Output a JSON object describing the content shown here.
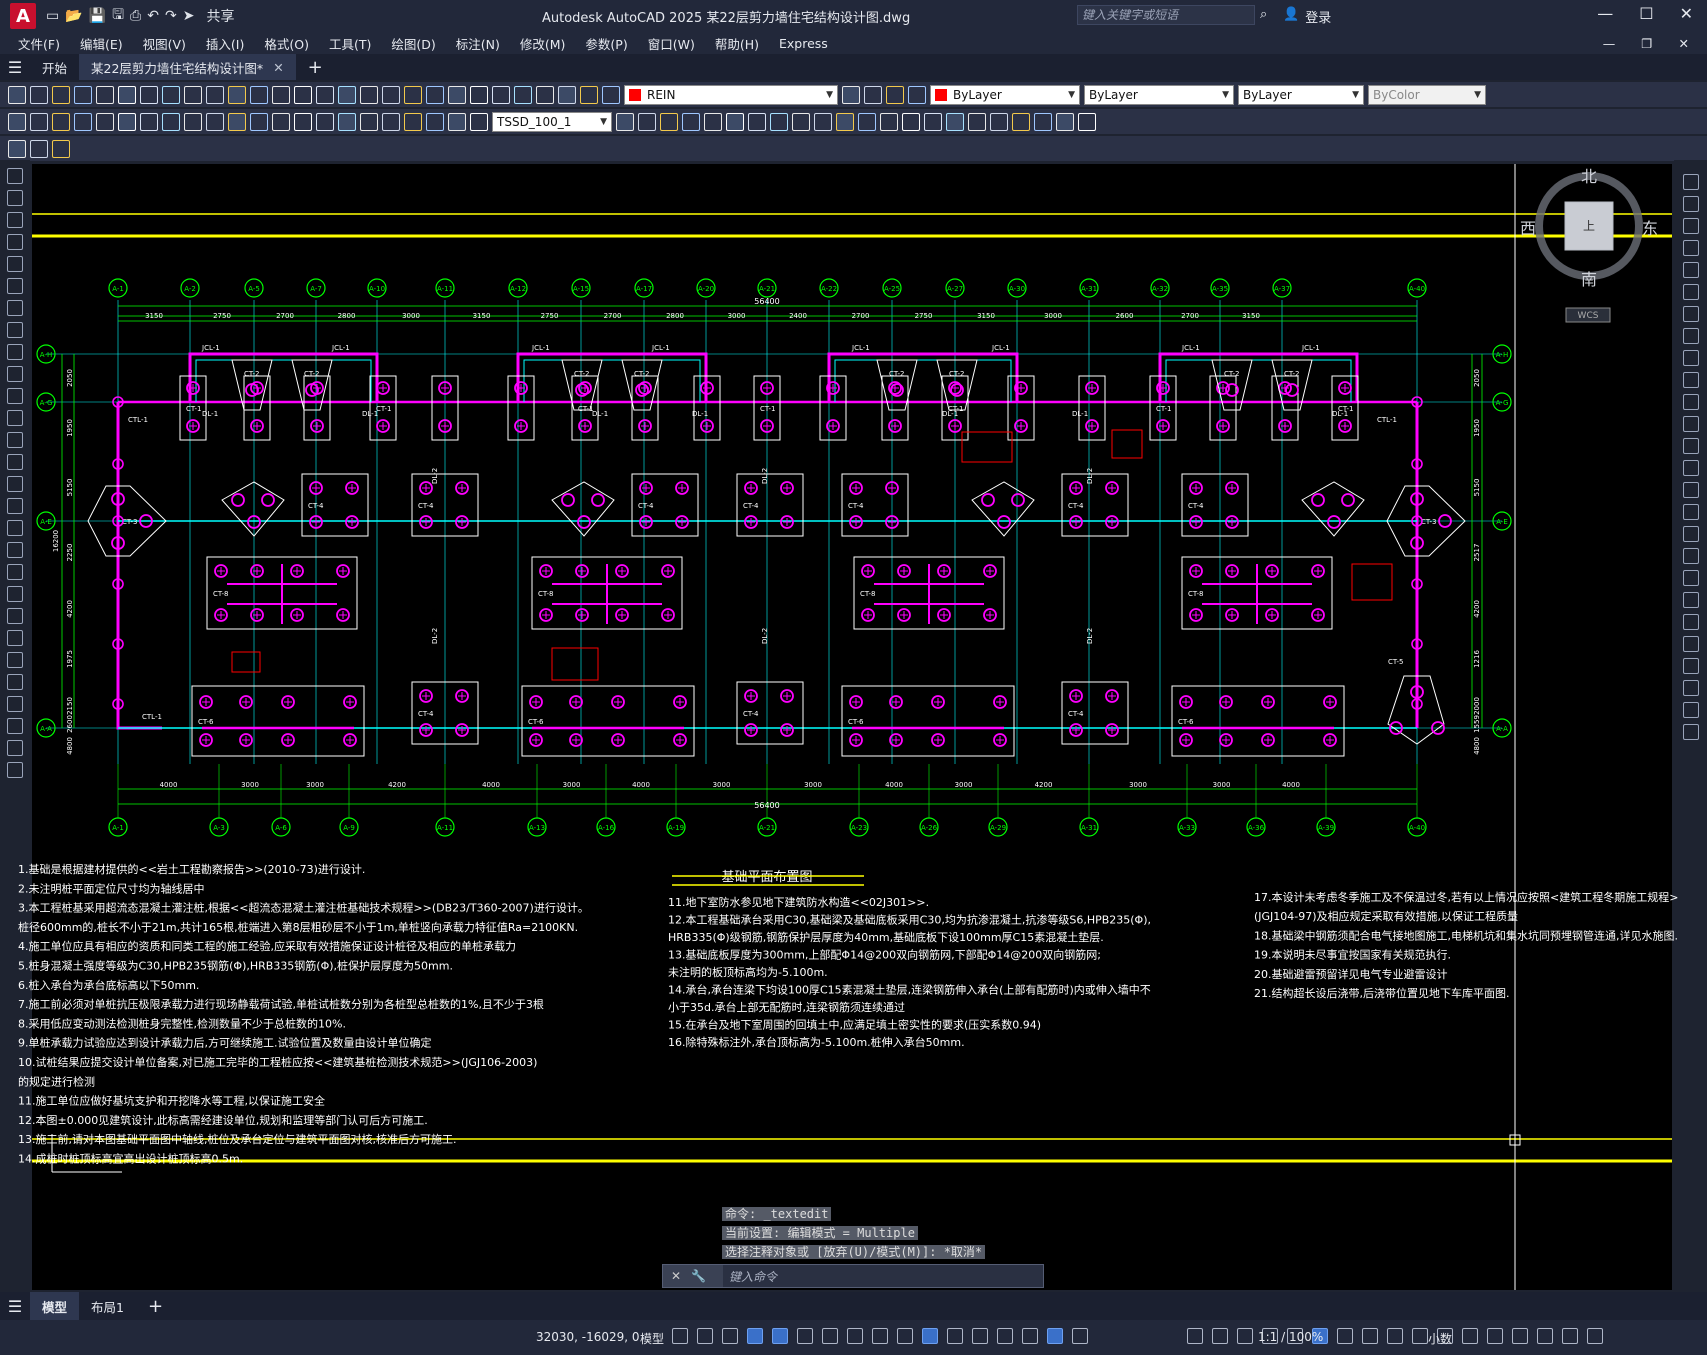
{
  "window": {
    "title": "Autodesk AutoCAD 2025    某22层剪力墙住宅结构设计图.dwg",
    "app_logo": "A",
    "share": "共享",
    "search_placeholder": "键入关键字或短语",
    "login": "登录"
  },
  "menu": {
    "items": [
      "文件(F)",
      "编辑(E)",
      "视图(V)",
      "插入(I)",
      "格式(O)",
      "工具(T)",
      "绘图(D)",
      "标注(N)",
      "修改(M)",
      "参数(P)",
      "窗口(W)",
      "帮助(H)",
      "Express"
    ]
  },
  "tabs": {
    "start": "开始",
    "doc": "某22层剪力墙住宅结构设计图*"
  },
  "toolbar": {
    "layer": "REIN",
    "color": "ByLayer",
    "linetype": "ByLayer",
    "lineweight": "ByLayer",
    "plotstyle": "ByColor",
    "dimstyle": "TSSD_100_1"
  },
  "viewcube": {
    "north": "北",
    "south": "南",
    "east": "东",
    "west": "西",
    "face": "上",
    "wcs": "WCS"
  },
  "drawing": {
    "top_axes": [
      "A-1",
      "A-2",
      "A-5",
      "A-7",
      "A-10",
      "A-11",
      "A-12",
      "A-15",
      "A-17",
      "A-20",
      "A-21",
      "A-22",
      "A-25",
      "A-27",
      "A-30",
      "A-31",
      "A-32",
      "A-35",
      "A-37",
      "A-40"
    ],
    "bottom_axes": [
      "A-1",
      "A-3",
      "A-6",
      "A-9",
      "A-11",
      "A-13",
      "A-16",
      "A-19",
      "A-21",
      "A-23",
      "A-26",
      "A-29",
      "A-31",
      "A-33",
      "A-36",
      "A-39",
      "A-40"
    ],
    "left_axes": [
      "A-H",
      "A-G",
      "A-E",
      "A-A"
    ],
    "right_axes": [
      "A-H",
      "A-G",
      "A-E",
      "A-A"
    ],
    "total_dim_top": "56400",
    "total_dim_bottom": "56400",
    "left_total": "16200",
    "top_dims_row2": [
      "3150",
      "2750",
      "2700",
      "2800",
      "3000",
      "3150",
      "2750",
      "2700",
      "2800",
      "3000",
      "2400",
      "2700",
      "2750",
      "3150",
      "3000",
      "2600",
      "2700",
      "3150"
    ],
    "bottom_dims": [
      "4000",
      "3000",
      "3000",
      "4200",
      "4000",
      "3000",
      "4000",
      "3000",
      "3000",
      "4000",
      "3000",
      "4200",
      "3000",
      "3000",
      "4000"
    ],
    "left_dims": [
      "2050",
      "1950",
      "5150",
      "2250",
      "4200",
      "1975",
      "2150",
      "4800",
      "2600"
    ],
    "right_dims": [
      "2050",
      "1950",
      "5150",
      "2517",
      "4200",
      "1216",
      "2000",
      "4800",
      "1559"
    ],
    "cap_labels": [
      "CT-1",
      "CT-2",
      "CT-3",
      "CT-4",
      "CT-6",
      "CT-8",
      "CT-4",
      "CT-6",
      "CT-8",
      "CT-4",
      "CT-6",
      "CT-8",
      "CT-4",
      "CT-6",
      "CT-8",
      "CT-3",
      "CT-5"
    ],
    "beam_labels": [
      "JCL-1",
      "DL-1",
      "DL-2",
      "CTL-1"
    ],
    "plan_title": "基础平面布置图",
    "notes_left": [
      "1.基础是根据建材提供的<<岩土工程勘察报告>>(2010-73)进行设计.",
      "2.未注明桩平面定位尺寸均为轴线居中",
      "3.本工程桩基采用超流态混凝土灌注桩,根据<<超流态混凝土灌注桩基础技术规程>>(DB23/T360-2007)进行设计。",
      "  桩径600mm的,桩长不小于21m,共计165根,桩端进入第8层粗砂层不小于1m,单桩竖向承载力特征值Ra=2100KN.",
      "4.施工单位应具有相应的资质和同类工程的施工经验,应采取有效措施保证设计桩径及相应的单桩承载力",
      "5.桩身混凝土强度等级为C30,HPB235钢筋(Φ),HRB335钢筋(Φ),桩保护层厚度为50mm.",
      "6.桩入承台为承台底标高以下50mm.",
      "7.施工前必须对单桩抗压极限承载力进行现场静载荷试验,单桩试桩数分别为各桩型总桩数的1%,且不少于3根",
      "8.采用低应变动测法检测桩身完整性,检测数量不少于总桩数的10%.",
      "9.单桩承载力试验应达到设计承载力后,方可继续施工.试验位置及数量由设计单位确定",
      "10.试桩结果应提交设计单位备案,对已施工完毕的工程桩应按<<建筑基桩检测技术规范>>(JGJ106-2003)",
      "  的规定进行检测",
      "11.施工单位应做好基坑支护和开挖降水等工程,以保证施工安全",
      "12.本图±0.000见建筑设计,此标高需经建设单位,规划和监理等部门认可后方可施工.",
      "13.施工前,请对本图基础平面图中轴线,桩位及承台定位与建筑平面图对核,核准后方可施工.",
      "14.成桩时桩顶标高宜高出设计桩顶标高0.5m."
    ],
    "notes_middle": [
      "11.地下室防水参见地下建筑防水构造<<02J301>>.",
      "12.本工程基础承台采用C30,基础梁及基础底板采用C30,均为抗渗混凝土,抗渗等级S6,HPB235(Φ),",
      "   HRB335(Φ)级钢筋,钢筋保护层厚度为40mm,基础底板下设100mm厚C15素混凝土垫层.",
      "13.基础底板厚度为300mm,上部配Φ14@200双向钢筋网,下部配Φ14@200双向钢筋网;",
      "   未注明的板顶标高均为-5.100m.",
      "14.承台,承台连梁下均设100厚C15素混凝土垫层,连梁钢筋伸入承台(上部有配筋时)内或伸入墙中不",
      "   小于35d.承台上部无配筋时,连梁钢筋须连续通过",
      "15.在承台及地下室周围的回填土中,应满足填土密实性的要求(压实系数0.94)",
      "16.除特殊标注外,承台顶标高为-5.100m.桩伸入承台50mm."
    ],
    "notes_right": [
      "17.本设计未考虑冬季施工及不保温过冬,若有以上情况应按照<建筑工程冬期施工规程>",
      "   (JGJ104-97)及相应规定采取有效措施,以保证工程质量",
      "18.基础梁中钢筋须配合电气接地图施工,电梯机坑和集水坑同预埋钢管连通,详见水施图.",
      "19.本说明未尽事宜按国家有关规范执行.",
      "20.基础避雷预留详见电气专业避雷设计",
      "21.结构超长设后浇带,后浇带位置见地下车库平面图."
    ]
  },
  "command": {
    "history": [
      "命令: _textedit",
      "当前设置: 编辑模式 = Multiple",
      "选择注释对象或 [放弃(U)/模式(M)]: *取消*"
    ],
    "placeholder": "键入命令"
  },
  "layout_tabs": {
    "model": "模型",
    "layout1": "布局1"
  },
  "status": {
    "coords": "32030, -16029, 0",
    "model": "模型",
    "scale": "1:1 / 100%",
    "units": "小数"
  },
  "colors": {
    "canvas": "#000000",
    "magenta": "#ff00ff",
    "green": "#00ff00",
    "cyan": "#00ffff",
    "yellow": "#ffff00",
    "red": "#ff0000",
    "white": "#ffffff"
  }
}
